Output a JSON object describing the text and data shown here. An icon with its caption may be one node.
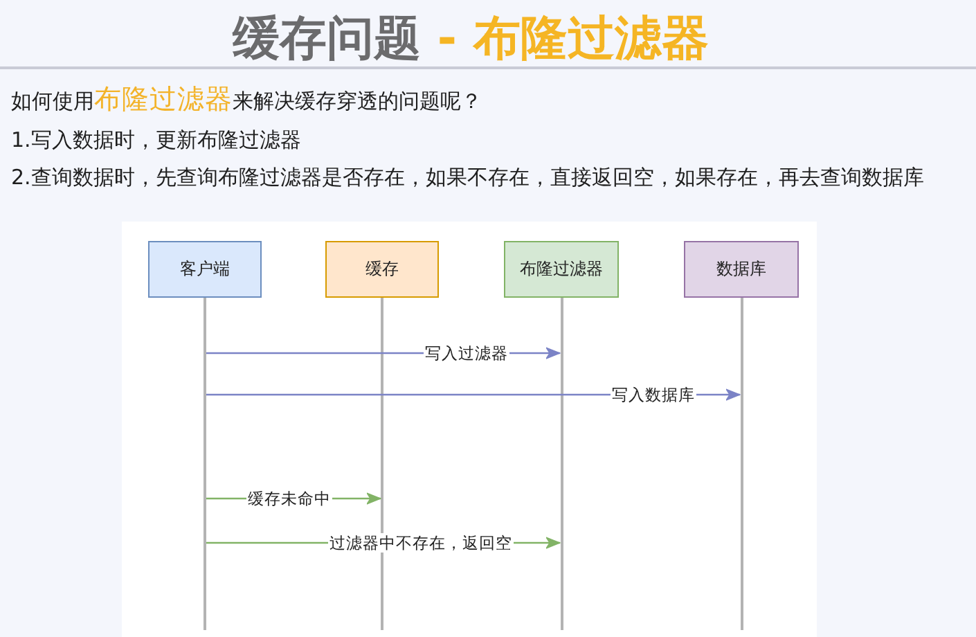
{
  "diagram": {
    "title": "缓存问题 - 布隆过滤器",
    "nodes": [
      {
        "text": [
          "客户端"
        ]
      },
      {
        "text": [
          "缓存"
        ]
      },
      {
        "text": [
          "布隆过滤器"
        ]
      },
      {
        "text": [
          "数据库"
        ]
      },
      {
        "text": [],
        "shape": "line"
      },
      {
        "text": [],
        "shape": "line"
      },
      {
        "text": [],
        "shape": "line"
      },
      {
        "text": [],
        "shape": "line"
      }
    ],
    "edges": [
      {
        "from": 4,
        "to": 6,
        "arrow": "to",
        "label": "写入过滤器",
        "color": "#7b83c6"
      },
      {
        "from": 4,
        "to": 7,
        "arrow": "to",
        "label": "写入数据库",
        "color": "#7b83c6"
      },
      {
        "from": 4,
        "to": 5,
        "arrow": "to",
        "label": "缓存未命中",
        "color": "#82b366"
      },
      {
        "from": 4,
        "to": 6,
        "arrow": "to",
        "label": "过滤器中不存在，返回空",
        "color": "#82b366"
      }
    ],
    "labels": [
      "如何使用**布隆过滤器**来解决缓存穿透的问题呢？",
      "1.写入数据时，更新布隆过滤器",
      "2.查询数据时，先查询布隆过滤器是否存在，如果不存在，直接返回空，如果存在，再去查询数据库"
    ]
  }
}
